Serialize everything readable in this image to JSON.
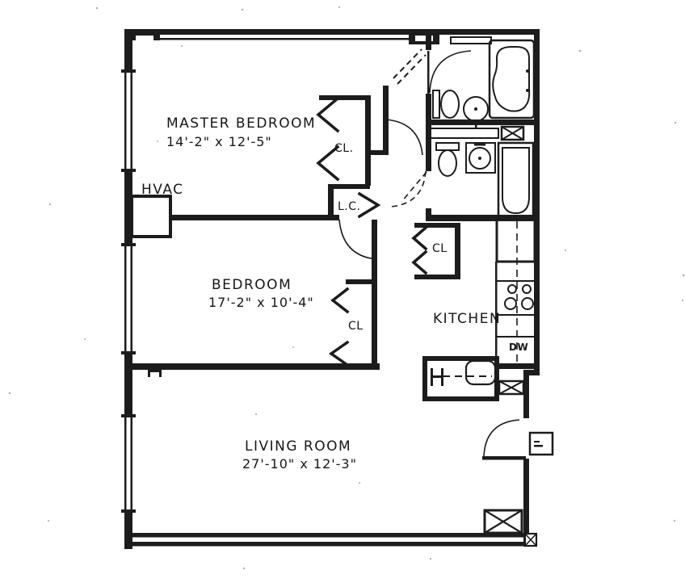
{
  "plan": {
    "background": "#ffffff",
    "line_color": "#1c1c1c",
    "rooms": [
      {
        "name": "MASTER BEDROOM",
        "dimensions": "14'-2\" x 12'-5\""
      },
      {
        "name": "BEDROOM",
        "dimensions": "17'-2\" x 10'-4\""
      },
      {
        "name": "LIVING ROOM",
        "dimensions": "27'-10\" x 12'-3\""
      },
      {
        "name": "KITCHEN",
        "dimensions": ""
      }
    ],
    "labels": {
      "hvac": "HVAC",
      "master_closet": "CL.",
      "linen_closet": "L.C.",
      "hall_closet": "CL",
      "bedroom_closet": "CL",
      "dishwasher": "DW"
    }
  }
}
